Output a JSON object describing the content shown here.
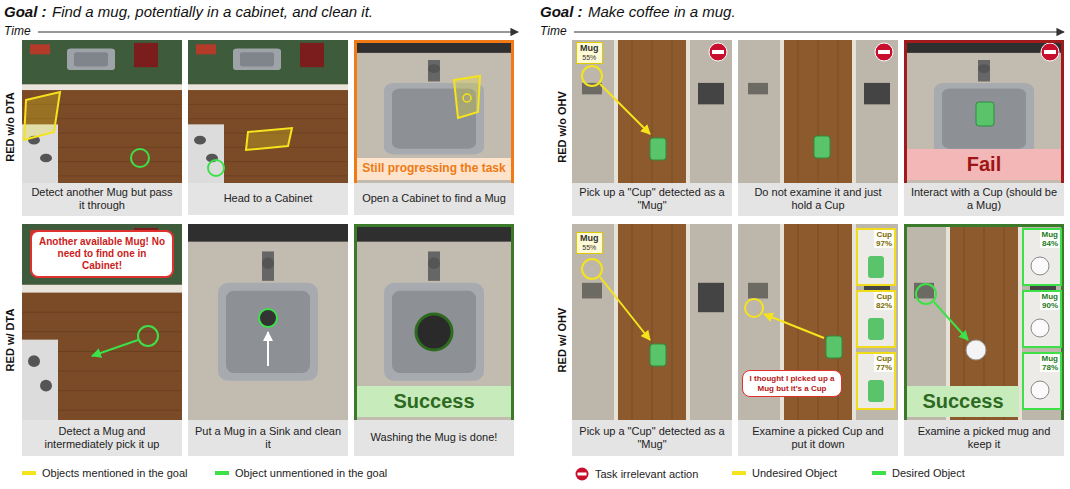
{
  "diagram": {
    "nodes": [
      {
        "text": [
          "Detect another Mug but pass it through"
        ]
      },
      {
        "text": [
          "Head to a Cabinet"
        ]
      },
      {
        "text": [
          "Open a Cabinet to find a Mug"
        ]
      },
      {
        "text": [
          "Still progressing the task"
        ],
        "in": 2
      },
      {
        "text": [
          "Detect a Mug and intermediately pick it up"
        ]
      },
      {
        "text": [
          "Another available Mug! No need to find one in Cabinet!"
        ],
        "in": 4
      },
      {
        "text": [
          "Put a Mug in a Sink and clean it"
        ]
      },
      {
        "text": [
          "Washing the Mug is done!"
        ]
      },
      {
        "text": [
          "Success"
        ],
        "in": 7
      },
      {
        "text": [
          "Pick up a \"Cup\" detected as a \"Mug\""
        ]
      },
      {
        "text": [
          "Mug",
          "55%"
        ],
        "in": 9
      },
      {
        "text": [
          "Do not examine it and just hold a Cup"
        ]
      },
      {
        "text": [
          "Interact with a Cup (should be a Mug)"
        ]
      },
      {
        "text": [
          "Fail"
        ],
        "in": 12
      },
      {
        "text": [
          "Pick up a \"Cup\" detected as a \"Mug\""
        ]
      },
      {
        "text": [
          "Mug",
          "55%"
        ],
        "in": 14
      },
      {
        "text": [
          "Examine a picked Cup and put it down"
        ]
      },
      {
        "text": [
          "I thought I picked up a Mug but it's a Cup"
        ],
        "in": 16
      },
      {
        "text": [
          "Cup",
          "97%"
        ],
        "in": 16
      },
      {
        "text": [
          "Cup",
          "82%"
        ],
        "in": 16
      },
      {
        "text": [
          "Cup",
          "77%"
        ],
        "in": 16
      },
      {
        "text": [
          "Examine a picked mug and keep it"
        ]
      },
      {
        "text": [
          "Success"
        ],
        "in": 21
      },
      {
        "text": [
          "Mug",
          "84%"
        ],
        "in": 21
      },
      {
        "text": [
          "Mug",
          "90%"
        ],
        "in": 21
      },
      {
        "text": [
          "Mug",
          "78%"
        ],
        "in": 21
      }
    ],
    "labels": [
      "Goal :",
      "Find a mug, potentially in a cabinet, and clean it.",
      "Time",
      "RED w/o DTA",
      "RED w/ DTA",
      "Goal :",
      "Make coffee in a mug.",
      "Time",
      "RED w/o OHV",
      "RED w/ OHV"
    ],
    "legend": [
      {
        "text": "Objects mentioned in the goal",
        "color": "#f5e31c"
      },
      {
        "text": "Object unmentioned in the goal",
        "color": "#3ee04a"
      },
      {
        "text": "Task irrelevant action"
      },
      {
        "text": "Undesired Object",
        "color": "#f5e31c"
      },
      {
        "text": "Desired Object",
        "color": "#3ee04a"
      }
    ]
  }
}
